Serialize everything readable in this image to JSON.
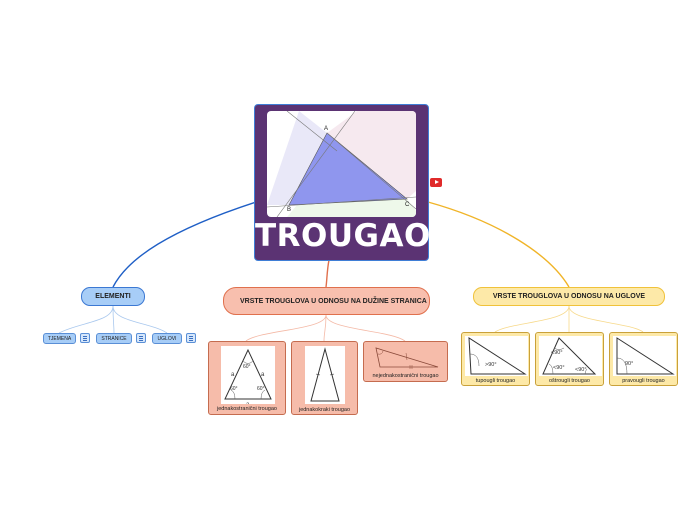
{
  "central": {
    "title": "TROUGAO",
    "figure_labels": {
      "a": "A",
      "b": "B",
      "c": "C"
    },
    "video_icon": "youtube-play-icon"
  },
  "topics": {
    "elements": {
      "label": "ELEMENTI",
      "children": [
        "TJEMENA",
        "STRANICE",
        "UGLOVI"
      ],
      "note_icon": "note-icon"
    },
    "by_sides": {
      "label": "VRSTE TROUGLOVA U ODNOSU NA DUŽINE STRANICA",
      "cards": [
        {
          "caption": "jednakostranični trougao",
          "side_label": "a",
          "angle_label": "60°"
        },
        {
          "caption": "jednakokraki trougao"
        },
        {
          "caption": "nejednakostranični trougao"
        }
      ]
    },
    "by_angles": {
      "label": "VRSTE TROUGLOVA U ODNOSU NA UGLOVE",
      "cards": [
        {
          "caption": "tupougli trougao",
          "angle_label": ">90°"
        },
        {
          "caption": "oštrougli trougao",
          "angle_label": "<90°"
        },
        {
          "caption": "pravougli trougao",
          "angle_label": "90°"
        }
      ]
    }
  },
  "colors": {
    "central_bg": "#5b3373",
    "elements_branch": "#1f5fc6",
    "sides_branch": "#e0704d",
    "angles_branch": "#f0b428"
  }
}
